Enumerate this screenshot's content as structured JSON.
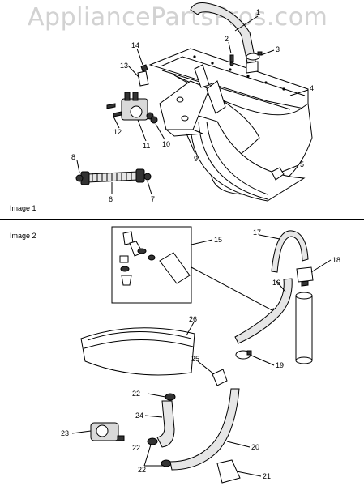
{
  "watermark": "AppliancePartsPros.com",
  "sections": [
    {
      "label": "Image 1"
    },
    {
      "label": "Image 2"
    }
  ],
  "callouts": [
    "1",
    "2",
    "3",
    "4",
    "5",
    "6",
    "7",
    "8",
    "9",
    "10",
    "11",
    "12",
    "13",
    "14",
    "15",
    "16",
    "17",
    "18",
    "19",
    "20",
    "21",
    "22",
    "22",
    "22",
    "23",
    "24",
    "25",
    "26"
  ]
}
